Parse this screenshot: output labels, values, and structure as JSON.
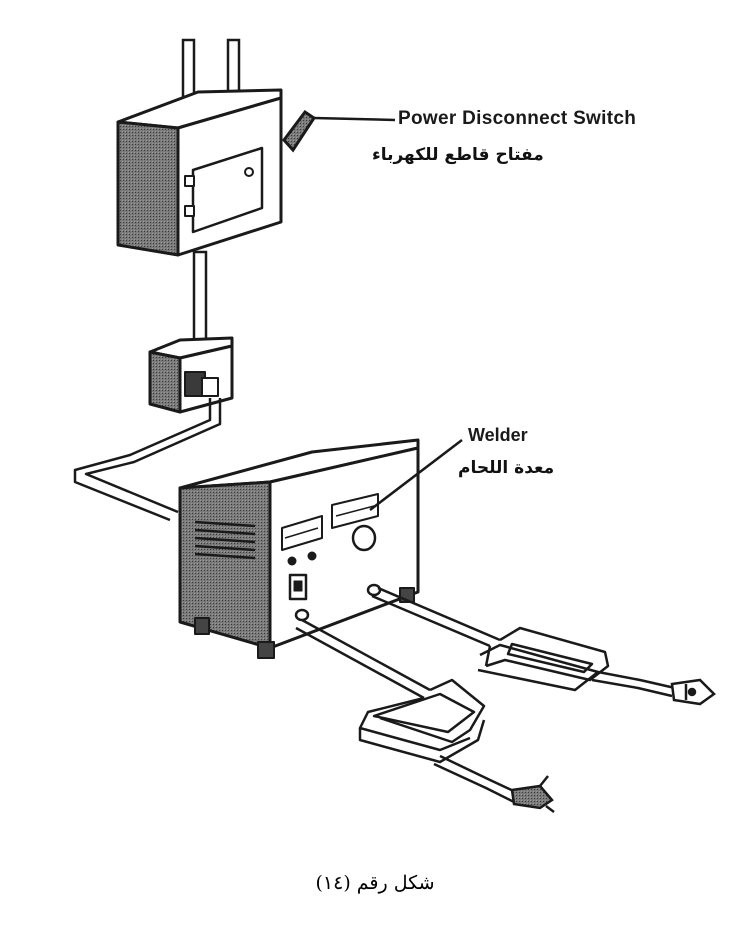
{
  "labels": {
    "switch_en": "Power Disconnect Switch",
    "switch_ar": "مفتاح قاطع للكهرباء",
    "welder_en": "Welder",
    "welder_ar": "معدة اللحام"
  },
  "caption": "شكل رقم (١٤)",
  "colors": {
    "ink": "#1a1a1a",
    "shade": "#6b6b6b",
    "paper": "#ffffff"
  }
}
